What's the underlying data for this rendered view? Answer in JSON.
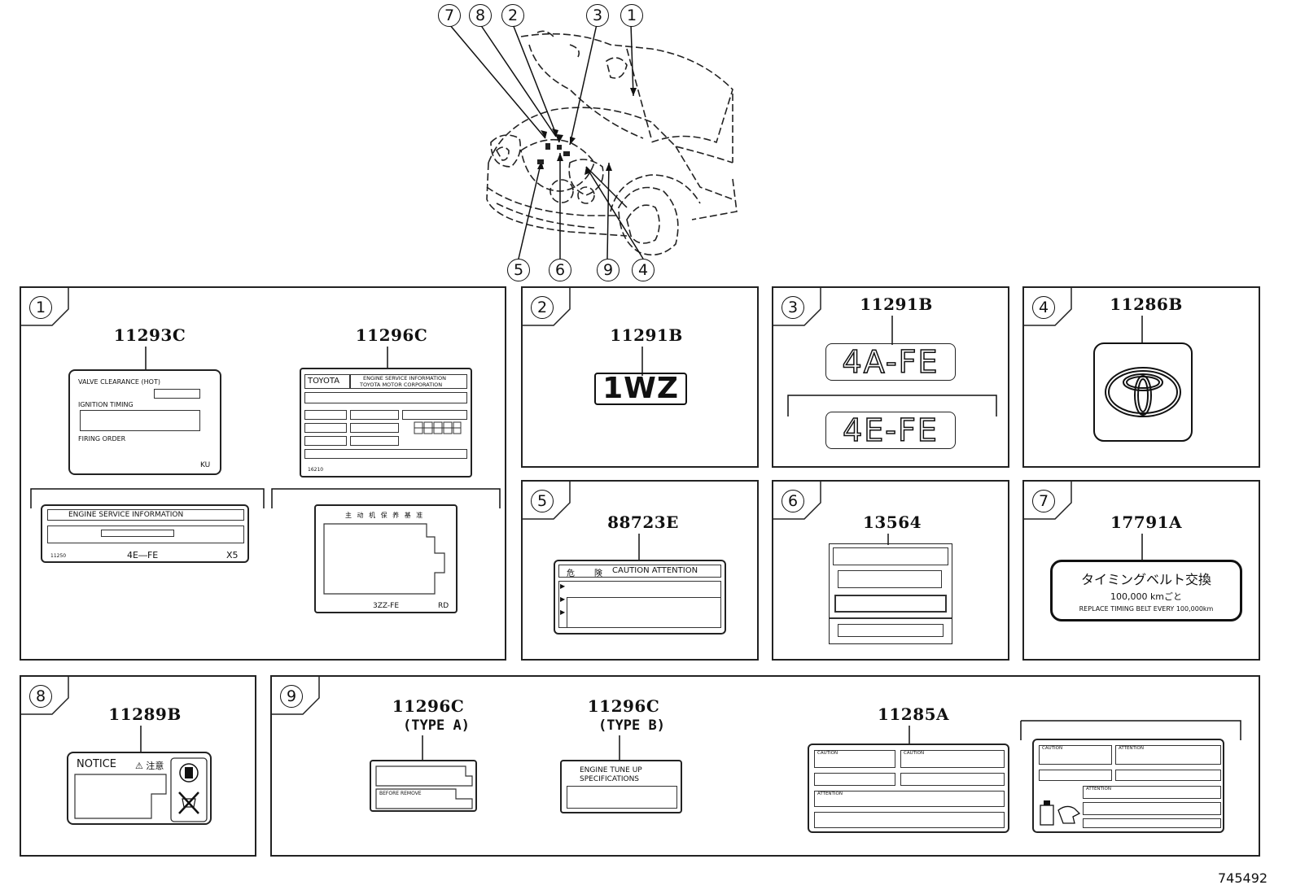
{
  "figure_id": "745492",
  "overview": {
    "callouts_top": [
      "7",
      "8",
      "2",
      "3",
      "1"
    ],
    "callouts_bottom": [
      "5",
      "6",
      "9",
      "4"
    ]
  },
  "panels": {
    "p1": {
      "num": "1",
      "a": {
        "part": "11293C",
        "lines": [
          "VALVE CLEARANCE (HOT)",
          "IGNITION TIMING",
          "FIRING ORDER"
        ],
        "code": "KU"
      },
      "b": {
        "part": "11296C",
        "brand": "TOYOTA",
        "line1": "ENGINE SERVICE INFORMATION",
        "line2": "TOYOTA MOTOR CORPORATION",
        "code": "16210"
      },
      "c": {
        "title": "ENGINE   SERVICE   INFORMATION",
        "left": "11250",
        "engine": "4E―FE",
        "right": "X5"
      },
      "d": {
        "title": "主 动 机 保 养 基 准",
        "engine": "3ZZ-FE",
        "right": "RD"
      }
    },
    "p2": {
      "num": "2",
      "part": "11291B",
      "text": "1WZ"
    },
    "p3": {
      "num": "3",
      "part": "11291B",
      "text1": "4A-FE",
      "text2": "4E-FE"
    },
    "p4": {
      "num": "4",
      "part": "11286B"
    },
    "p5": {
      "num": "5",
      "part": "88723E",
      "head1": "危",
      "head2": "険",
      "head3": "CAUTION ATTENTION"
    },
    "p6": {
      "num": "6",
      "part": "13564"
    },
    "p7": {
      "num": "7",
      "part": "17791A",
      "jp": "タイミングベルト交換",
      "km": "100,000  kmごと",
      "en": "REPLACE TIMING BELT EVERY 100,000km"
    },
    "p8": {
      "num": "8",
      "part": "11289B",
      "notice": "NOTICE",
      "jp": "⚠ 注意"
    },
    "p9": {
      "num": "9",
      "a": {
        "part": "11296C",
        "type": "(TYPE A)",
        "label1": "",
        "label2": "BEFORE REMOVE"
      },
      "b": {
        "part": "11296C",
        "type": "(TYPE B)",
        "line1": "ENGINE TUNE UP",
        "line2": "SPECIFICATIONS"
      },
      "c": {
        "part": "11285A",
        "cells": [
          "CAUTION",
          "CAUTION",
          "ATTENTION"
        ]
      },
      "d": {
        "cells": [
          "CAUTION",
          "ATTENTION",
          "ATTENTION"
        ]
      }
    }
  }
}
